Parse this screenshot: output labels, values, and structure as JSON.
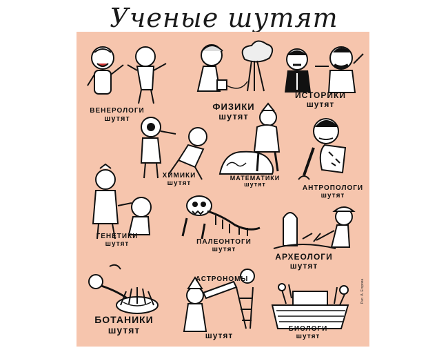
{
  "title": "Ученые шутят",
  "colors": {
    "panel": "#f6c5ad",
    "ink": "#111111"
  },
  "panels": [
    {
      "line1": "ВЕНЕРОЛОГИ",
      "line2": "шутят"
    },
    {
      "line1": "ФИЗИКИ",
      "line2": "шутят"
    },
    {
      "line1": "ИСТОРИКИ",
      "line2": "шутят"
    },
    {
      "line1": "ХИМИКИ",
      "line2": "шутят"
    },
    {
      "line1": "МАТЕМАТИКИ",
      "line2": "шутят"
    },
    {
      "line1": "АНТРОПОЛОГИ",
      "line2": "шутят"
    },
    {
      "line1": "ГЕНЕТИКИ",
      "line2": "шутят"
    },
    {
      "line1": "ПАЛЕОНТОГИ",
      "line2": "шутят"
    },
    {
      "line1": "АРХЕОЛОГИ",
      "line2": "шутят"
    },
    {
      "line1": "БОТАНИКИ",
      "line2": "шутят"
    },
    {
      "line1": "АСТРОНОМЫ",
      "line2": "шутят"
    },
    {
      "line1": "БИОЛОГИ",
      "line2": "шутят"
    }
  ],
  "credit": "Рис. А. Егорова"
}
